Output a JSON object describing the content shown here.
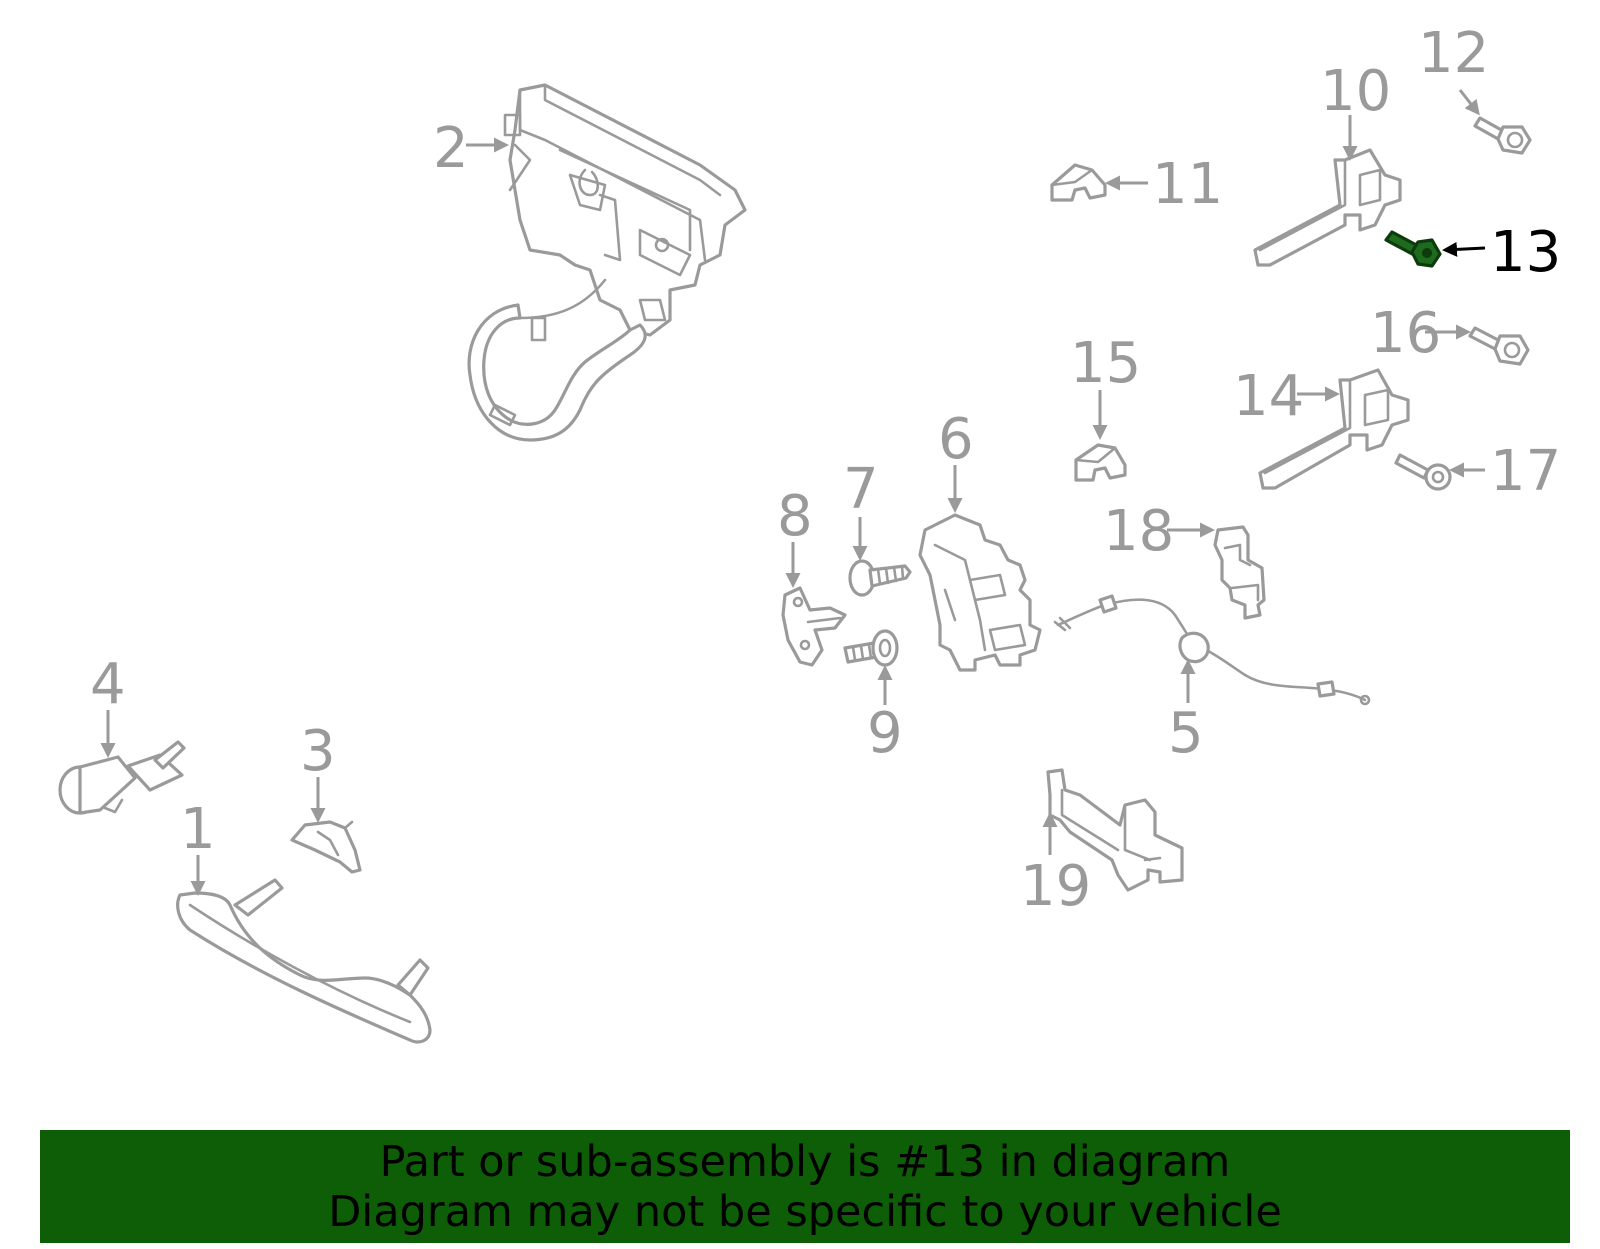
{
  "callouts": {
    "c1": "1",
    "c2": "2",
    "c3": "3",
    "c4": "4",
    "c5": "5",
    "c6": "6",
    "c7": "7",
    "c8": "8",
    "c9": "9",
    "c10": "10",
    "c11": "11",
    "c12": "12",
    "c13": "13",
    "c14": "14",
    "c15": "15",
    "c16": "16",
    "c17": "17",
    "c18": "18",
    "c19": "19"
  },
  "highlight": {
    "part": "13",
    "color": "#0d5e06"
  },
  "banner": {
    "line1": "Part or sub-assembly is #13 in diagram",
    "line2": "Diagram may not be specific to your vehicle"
  }
}
